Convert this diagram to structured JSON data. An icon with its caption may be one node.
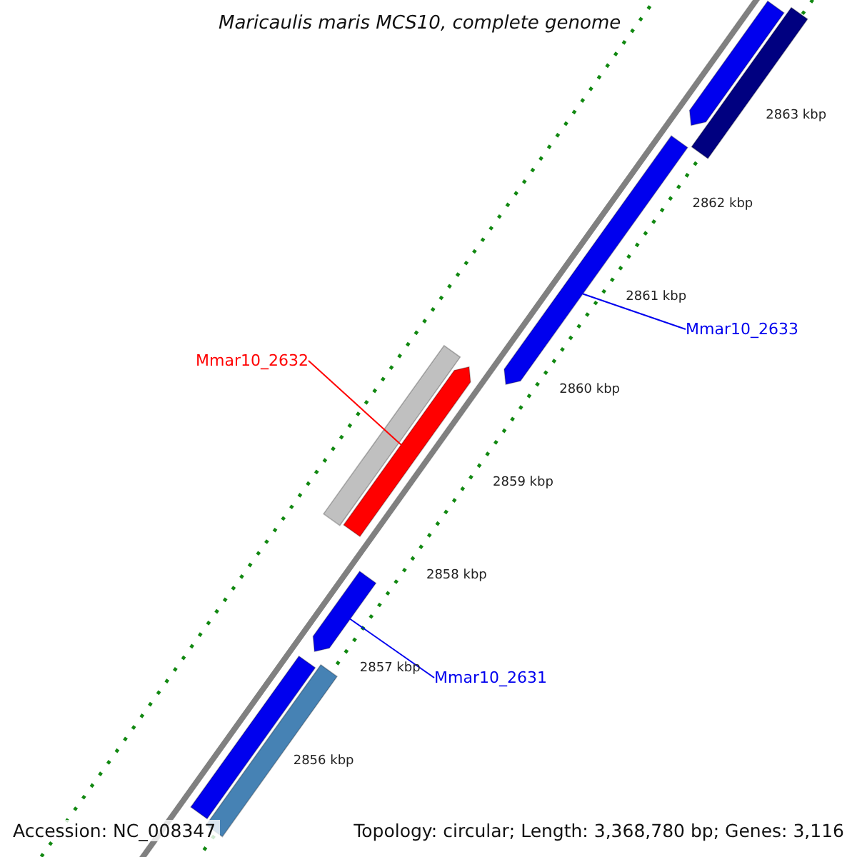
{
  "diagram": {
    "title": "Maricaulis maris MCS10, complete genome",
    "nodes": [
      {
        "text": [],
        "shape": "arrow"
      },
      {
        "text": [],
        "shape": "bar"
      },
      {
        "text": [
          "Mmar10_2633"
        ]
      },
      {
        "text": [],
        "shape": "arrow"
      },
      {
        "text": [
          "Mmar10_2632"
        ]
      },
      {
        "text": [],
        "shape": "bar"
      },
      {
        "text": [],
        "shape": "arrow"
      },
      {
        "text": [],
        "shape": "arrow"
      },
      {
        "text": [
          "Mmar10_2631"
        ]
      },
      {
        "text": [],
        "shape": "bar"
      },
      {
        "text": [],
        "shape": "bar"
      }
    ],
    "edges": [
      {
        "from": 2,
        "to": 3,
        "arrow": "none"
      },
      {
        "from": 4,
        "to": 6,
        "arrow": "none",
        "color": "#ff0000"
      },
      {
        "from": 8,
        "to": 7,
        "arrow": "none"
      }
    ],
    "labels": [
      "2863 kbp",
      "2862 kbp",
      "2861 kbp",
      "2860 kbp",
      "2859 kbp",
      "2858 kbp",
      "2857 kbp",
      "2856 kbp",
      "Accession: NC_008347",
      "Topology: circular; Length: 3,368,780 bp; Genes: 3,116"
    ]
  }
}
